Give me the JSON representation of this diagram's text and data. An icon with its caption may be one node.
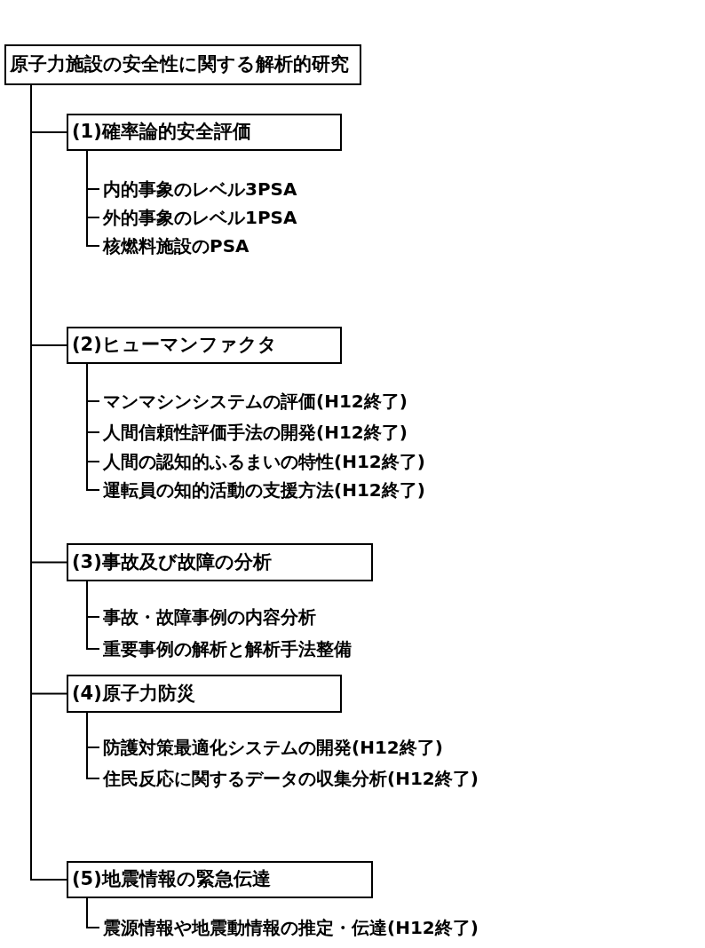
{
  "diagram": {
    "nodes": [
      {
        "text": [
          "原子力施設の安全性に関する解析的研究"
        ]
      },
      {
        "text": [
          "(1)確率論的安全評価"
        ]
      },
      {
        "text": [
          "内的事象のレベル3PSA"
        ]
      },
      {
        "text": [
          "外的事象のレベル1PSA"
        ]
      },
      {
        "text": [
          "核燃料施設のPSA"
        ]
      },
      {
        "text": [
          "(2)ヒューマンファクタ"
        ]
      },
      {
        "text": [
          "マンマシンシステムの評価(H12終了)"
        ]
      },
      {
        "text": [
          "人間信頼性評価手法の開発(H12終了)"
        ]
      },
      {
        "text": [
          "人間の認知的ふるまいの特性(H12終了)"
        ]
      },
      {
        "text": [
          "運転員の知的活動の支援方法(H12終了)"
        ]
      },
      {
        "text": [
          "(3)事故及び故障の分析"
        ]
      },
      {
        "text": [
          "事故・故障事例の内容分析"
        ]
      },
      {
        "text": [
          "重要事例の解析と解析手法整備"
        ]
      },
      {
        "text": [
          "(4)原子力防災"
        ]
      },
      {
        "text": [
          "防護対策最適化システムの開発(H12終了)"
        ]
      },
      {
        "text": [
          "住民反応に関するデータの収集分析(H12終了)"
        ]
      },
      {
        "text": [
          "(5)地震情報の緊急伝達"
        ]
      },
      {
        "text": [
          "震源情報や地震動情報の推定・伝達(H12終了)"
        ]
      }
    ],
    "edges": [
      {
        "from": 0,
        "to": 1,
        "arrow": "none"
      },
      {
        "from": 0,
        "to": 5,
        "arrow": "none"
      },
      {
        "from": 0,
        "to": 10,
        "arrow": "none"
      },
      {
        "from": 0,
        "to": 13,
        "arrow": "none"
      },
      {
        "from": 0,
        "to": 16,
        "arrow": "none"
      },
      {
        "from": 1,
        "to": 2,
        "arrow": "none"
      },
      {
        "from": 1,
        "to": 3,
        "arrow": "none"
      },
      {
        "from": 1,
        "to": 4,
        "arrow": "none"
      },
      {
        "from": 5,
        "to": 6,
        "arrow": "none"
      },
      {
        "from": 5,
        "to": 7,
        "arrow": "none"
      },
      {
        "from": 5,
        "to": 8,
        "arrow": "none"
      },
      {
        "from": 5,
        "to": 9,
        "arrow": "none"
      },
      {
        "from": 10,
        "to": 11,
        "arrow": "none"
      },
      {
        "from": 10,
        "to": 12,
        "arrow": "none"
      },
      {
        "from": 13,
        "to": 14,
        "arrow": "none"
      },
      {
        "from": 13,
        "to": 15,
        "arrow": "none"
      },
      {
        "from": 16,
        "to": 17,
        "arrow": "none"
      }
    ]
  }
}
